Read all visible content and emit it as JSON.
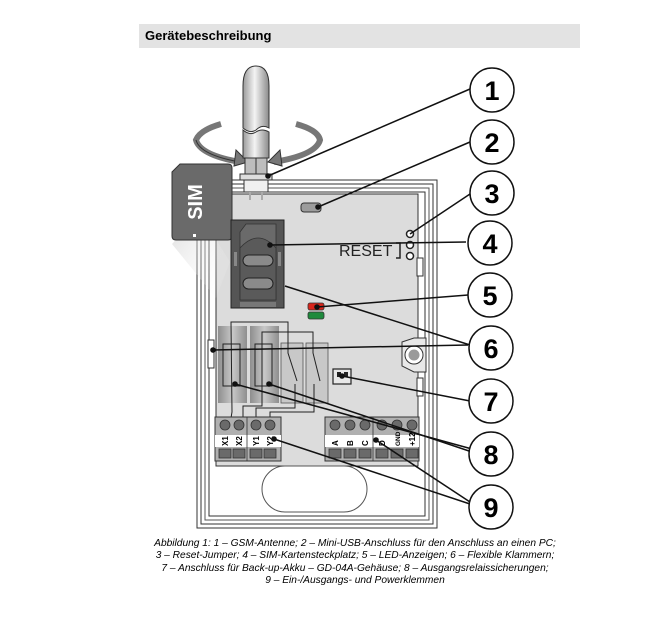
{
  "header": {
    "title": "Gerätebeschreibung"
  },
  "diagram": {
    "sim_card_label": "SIM",
    "reset_label": "RESET",
    "callouts": [
      "1",
      "2",
      "3",
      "4",
      "5",
      "6",
      "7",
      "8",
      "9"
    ],
    "terminals_left": [
      "X1",
      "X2",
      "Y1",
      "Y2"
    ],
    "terminals_right": [
      "A",
      "B",
      "C",
      "D",
      "GND",
      "+12"
    ],
    "colors": {
      "led_red": "#d9261c",
      "led_green": "#1e8a3c",
      "board": "#dcdcdc",
      "component_dark": "#555555"
    }
  },
  "caption": {
    "lines": [
      "Abbildung 1: 1 – GSM-Antenne; 2 – Mini-USB-Anschluss für den Anschluss an einen PC;",
      "3 – Reset-Jumper; 4 – SIM-Kartensteckplatz; 5 – LED-Anzeigen; 6 – Flexible Klammern;",
      "7 – Anschluss für Back-up-Akku – GD-04A-Gehäuse; 8 – Ausgangsrelaissicherungen;",
      "9 – Ein-/Ausgangs- und Powerklemmen"
    ]
  }
}
